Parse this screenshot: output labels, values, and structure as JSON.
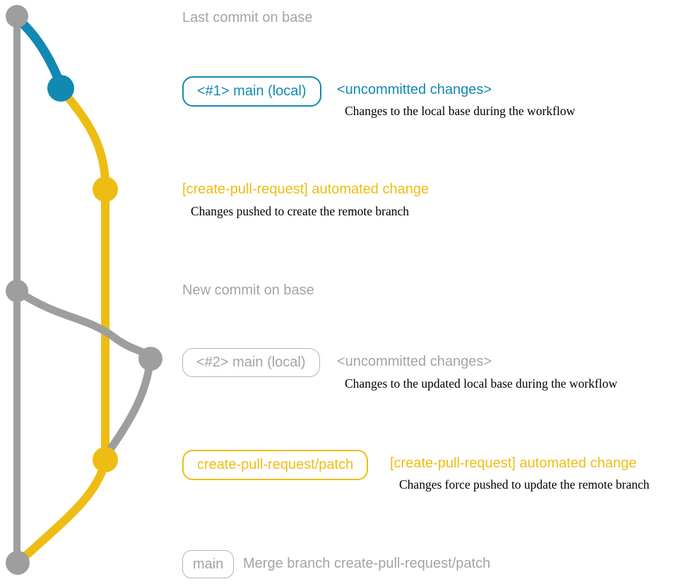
{
  "colors": {
    "gray": "#9e9e9e",
    "blue": "#1189b2",
    "yellow": "#eebd14",
    "gray_text": "#a4a4a4",
    "note_text": "#000000"
  },
  "annotations": {
    "last_commit_label": "Last commit on base",
    "new_commit_label": "New commit on base"
  },
  "rows": {
    "r1": {
      "branch_label": "<#1> main (local)",
      "title": "<uncommitted changes>",
      "note": "Changes to the local base during the workflow"
    },
    "r2": {
      "title": "[create-pull-request] automated change",
      "note": "Changes pushed to create the remote branch"
    },
    "r3": {
      "branch_label": "<#2> main (local)",
      "title": "<uncommitted changes>",
      "note": "Changes to the updated local base during the workflow"
    },
    "r4": {
      "branch_label": "create-pull-request/patch",
      "title": "[create-pull-request] automated change",
      "note": "Changes force pushed to update the remote branch"
    },
    "r5": {
      "branch_label": "main",
      "title": "Merge branch create-pull-request/patch"
    }
  }
}
